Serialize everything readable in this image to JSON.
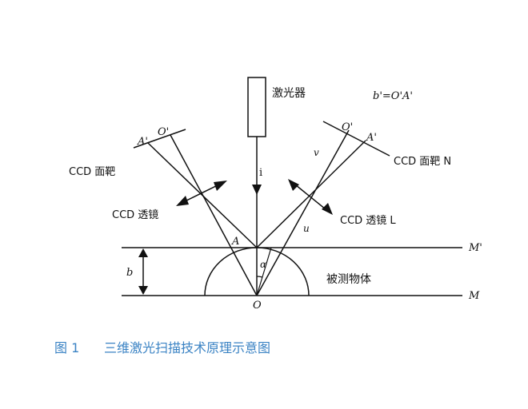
{
  "labels": {
    "laser": "激光器",
    "formula": "b'=O'A'",
    "ccd_target_left": "CCD 面靶",
    "ccd_target_right": "CCD 面靶 N",
    "ccd_lens_left": "CCD 透镜",
    "ccd_lens_right": "CCD 透镜 L",
    "object": "被测物体",
    "point_A_left_sensor": "A'",
    "point_O_left_sensor": "O'",
    "point_O_right_sensor": "O'",
    "point_A_right_sensor": "A'",
    "i": "i",
    "v": "v",
    "u": "u",
    "A": "A",
    "O": "O",
    "alpha": "α",
    "b": "b",
    "M_prime": "M'",
    "M": "M"
  },
  "caption": {
    "number": "图 1",
    "title": "三维激光扫描技术原理示意图"
  },
  "colors": {
    "lines": "#111111",
    "caption": "#3b83c4"
  }
}
